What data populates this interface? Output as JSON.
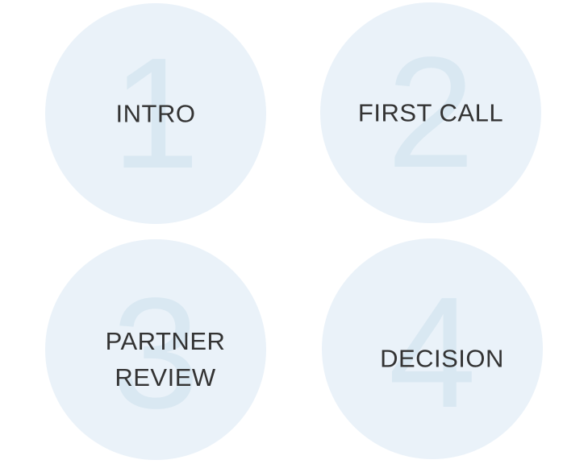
{
  "colors": {
    "background": "#ffffff",
    "circle_fill": "#eaf2f9",
    "step_number": "#d9e8f2",
    "label_text": "#333333"
  },
  "steps": [
    {
      "number": "1",
      "label_lines": [
        "INTRO"
      ]
    },
    {
      "number": "2",
      "label_lines": [
        "FIRST CALL"
      ]
    },
    {
      "number": "3",
      "label_lines": [
        "PARTNER",
        "REVIEW"
      ]
    },
    {
      "number": "4",
      "label_lines": [
        "DECISION"
      ]
    }
  ]
}
